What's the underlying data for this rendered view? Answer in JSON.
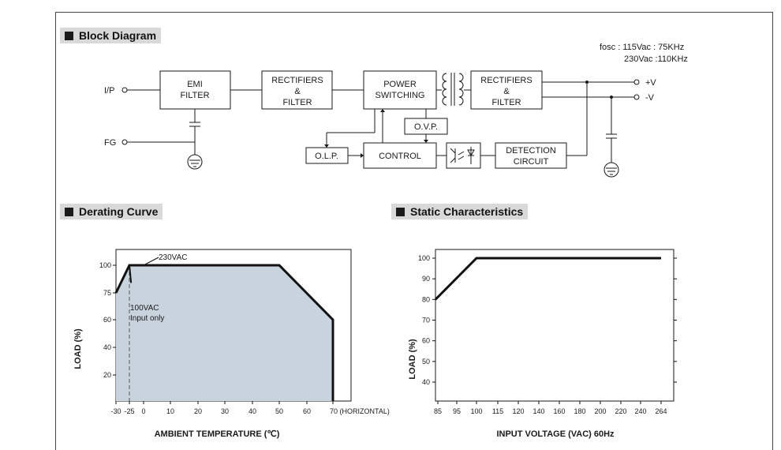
{
  "sections": {
    "block_diagram": "Block Diagram",
    "derating": "Derating Curve",
    "static": "Static Characteristics"
  },
  "block_diagram": {
    "fosc_line1": "fosc : 115Vac : 75KHz",
    "fosc_line2": "230Vac :110KHz",
    "ip_label": "I/P",
    "fg_label": "FG",
    "plus_v": "+V",
    "minus_v": "-V",
    "blocks": {
      "emi": [
        "EMI",
        "FILTER"
      ],
      "rect1": [
        "RECTIFIERS",
        "&",
        "FILTER"
      ],
      "power": [
        "POWER",
        "SWITCHING"
      ],
      "rect2": [
        "RECTIFIERS",
        "&",
        "FILTER"
      ],
      "ovp": "O.V.P.",
      "olp": "O.L.P.",
      "control": "CONTROL",
      "detection": [
        "DETECTION",
        "CIRCUIT"
      ]
    }
  },
  "chart_data": [
    {
      "type": "area",
      "xlabel": "AMBIENT TEMPERATURE (℃)",
      "ylabel": "LOAD (%)",
      "x_ticks": [
        "-30",
        "-25",
        "0",
        "10",
        "20",
        "30",
        "40",
        "50",
        "60",
        "70 (HORIZONTAL)"
      ],
      "y_ticks": [
        "100",
        "75",
        "60",
        "40",
        "20"
      ],
      "xlim": [
        -30,
        78
      ],
      "ylim": [
        0,
        110
      ],
      "series": [
        {
          "name": "230VAC",
          "points": [
            [
              -30,
              75
            ],
            [
              -25,
              100
            ],
            [
              50,
              100
            ],
            [
              70,
              60
            ],
            [
              70,
              0
            ]
          ]
        },
        {
          "name": "100VAC Input only",
          "points": [
            [
              -25,
              100
            ],
            [
              -22,
              84
            ]
          ]
        }
      ],
      "annotations": [
        "230VAC",
        "100VAC",
        "Input only"
      ],
      "vline_x": -25,
      "fill_color": "#c9d3dd"
    },
    {
      "type": "line",
      "xlabel": "INPUT VOLTAGE (VAC) 60Hz",
      "ylabel": "LOAD (%)",
      "x_ticks": [
        "85",
        "95",
        "100",
        "115",
        "120",
        "140",
        "160",
        "180",
        "200",
        "220",
        "240",
        "264"
      ],
      "y_ticks": [
        "100",
        "90",
        "80",
        "70",
        "60",
        "50",
        "40"
      ],
      "ylim": [
        35,
        105
      ],
      "series": [
        {
          "points": [
            [
              85,
              80
            ],
            [
              100,
              100
            ],
            [
              264,
              100
            ]
          ]
        }
      ]
    }
  ]
}
